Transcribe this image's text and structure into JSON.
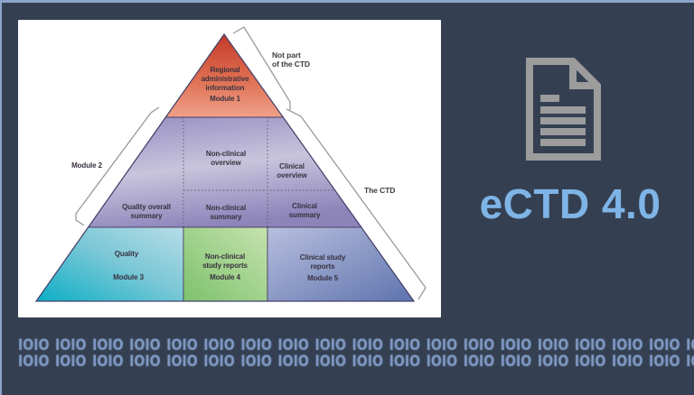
{
  "page": {
    "background_color": "#344052",
    "frame_border_color": "#8ba5c9",
    "card_color": "#ffffff"
  },
  "pyramid": {
    "module1": {
      "label": "Regional\nadministrative\ninformation",
      "module": "Module 1",
      "color_top": "#c23a2a",
      "color_bottom": "#f0a189"
    },
    "module2": {
      "bracket_label": "Module 2",
      "color_edge": "#978fc2",
      "color_center": "#c7c4dc",
      "color_bottom": "#8d84ba",
      "cells": {
        "nonclinical_overview": "Non-clinical\noverview",
        "clinical_overview": "Clinical\noverview",
        "quality_overall_summary": "Quality overall\nsummary",
        "nonclinical_summary": "Non-clinical\nsummary",
        "clinical_summary": "Clinical\nsummary"
      }
    },
    "module3": {
      "label": "Quality",
      "module": "Module 3",
      "color_dark": "#0baec5",
      "color_light": "#b7dce7"
    },
    "module4": {
      "label": "Non-clinical\nstudy reports",
      "module": "Module 4",
      "color_dark": "#7dc26c",
      "color_light": "#c6e2ae"
    },
    "module5": {
      "label": "Clinical study\nreports",
      "module": "Module 5",
      "color_dark": "#5e73ae",
      "color_light": "#b8bfde"
    },
    "annotations": {
      "not_part": "Not part\nof the CTD",
      "the_ctd": "The CTD"
    }
  },
  "right_panel": {
    "title": "eCTD 4.0",
    "title_color": "#7fb4e6",
    "icon": "document-icon",
    "icon_color": "#9c9c9c"
  },
  "binary_strip": {
    "color": "#7d96bf",
    "rows": [
      "IOIO IOIO IOIO IOIO IOIO IOIO IOIO IOIO IOIO IOIO IOIO IOIO IOIO IOIO IOIO IOIO IOIO IOIO IOIO",
      "IOIO IOIO IOIO IOIO IOIO IOIO IOIO IOIO IOIO IOIO IOIO IOIO IOIO IOIO IOIO IOIO IOIO IOIO IOIO"
    ]
  }
}
